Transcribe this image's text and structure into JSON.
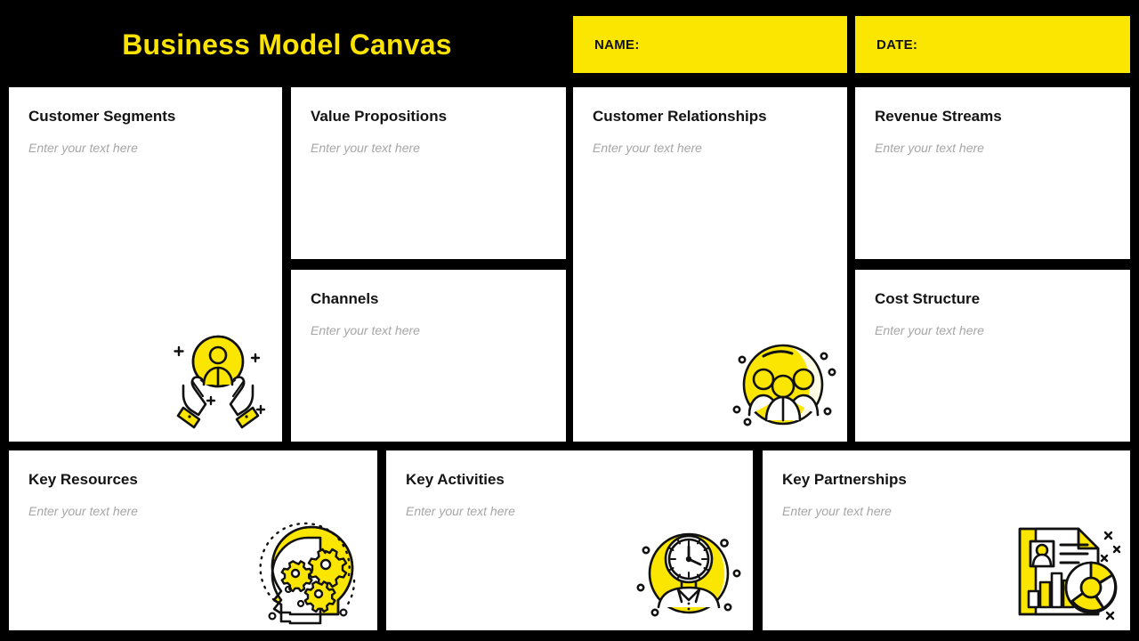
{
  "header": {
    "title": "Business Model Canvas",
    "name_label": "NAME:",
    "date_label": "DATE:"
  },
  "placeholder_text": "Enter your text here",
  "colors": {
    "background": "#000000",
    "accent_yellow": "#FAE600",
    "title_yellow": "#FAE300",
    "panel_background": "#FFFFFF",
    "heading_text": "#141414",
    "placeholder_text": "#A6A6A6",
    "icon_outline": "#111111"
  },
  "panels": [
    {
      "id": "customer-segments",
      "heading": "Customer Segments",
      "placeholder": "Enter your text here",
      "icon": "hands-holding-person-icon"
    },
    {
      "id": "value-propositions",
      "heading": "Value Propositions",
      "placeholder": "Enter your text here",
      "icon": null
    },
    {
      "id": "channels",
      "heading": "Channels",
      "placeholder": "Enter your text here",
      "icon": null
    },
    {
      "id": "customer-relationships",
      "heading": "Customer Relationships",
      "placeholder": "Enter your text here",
      "icon": "group-of-people-icon"
    },
    {
      "id": "revenue-streams",
      "heading": "Revenue Streams",
      "placeholder": "Enter your text here",
      "icon": null
    },
    {
      "id": "cost-structure",
      "heading": "Cost Structure",
      "placeholder": "Enter your text here",
      "icon": null
    },
    {
      "id": "key-resources",
      "heading": "Key Resources",
      "placeholder": "Enter your text here",
      "icon": "head-with-gears-icon"
    },
    {
      "id": "key-activities",
      "heading": "Key Activities",
      "placeholder": "Enter your text here",
      "icon": "person-clock-icon"
    },
    {
      "id": "key-partnerships",
      "heading": "Key Partnerships",
      "placeholder": "Enter your text here",
      "icon": "report-document-chart-icon"
    }
  ]
}
